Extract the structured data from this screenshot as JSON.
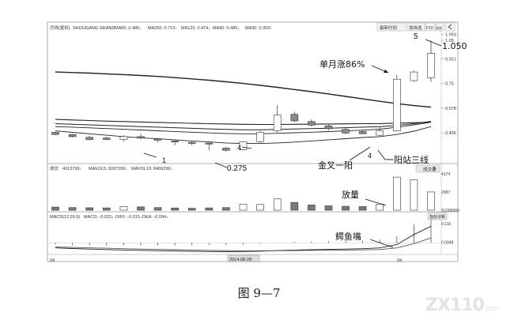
{
  "chart_data": [
    {
      "type": "candlestick",
      "header": {
        "name": "月线(复权)",
        "code": "SHOUGANG GRAND",
        "ma_labels": [
          "MA60: 0.480↓",
          "MA250: 0.713↓",
          "MA120: 0.474↓",
          "MA90: 0.486↓",
          "MA30: 0.353↑"
        ]
      },
      "buttons": [
        "最新时间",
        "加自选",
        "F10",
        "关联"
      ],
      "y_ticks": [
        1.093,
        1.05,
        0.921,
        0.75,
        0.578,
        0.406
      ],
      "ylim": [
        0.22,
        1.1
      ],
      "x_tick": "2014-08-28",
      "candles": [
        {
          "o": 0.41,
          "c": 0.395,
          "h": 0.415,
          "l": 0.39
        },
        {
          "o": 0.395,
          "c": 0.38,
          "h": 0.4,
          "l": 0.375
        },
        {
          "o": 0.375,
          "c": 0.36,
          "h": 0.385,
          "l": 0.355
        },
        {
          "o": 0.37,
          "c": 0.36,
          "h": 0.38,
          "l": 0.355
        },
        {
          "o": 0.36,
          "c": 0.38,
          "h": 0.39,
          "l": 0.345
        },
        {
          "o": 0.38,
          "c": 0.37,
          "h": 0.4,
          "l": 0.36
        },
        {
          "o": 0.365,
          "c": 0.355,
          "h": 0.37,
          "l": 0.34
        },
        {
          "o": 0.35,
          "c": 0.345,
          "h": 0.355,
          "l": 0.32
        },
        {
          "o": 0.34,
          "c": 0.335,
          "h": 0.345,
          "l": 0.32
        },
        {
          "o": 0.335,
          "c": 0.33,
          "h": 0.34,
          "l": 0.285
        },
        {
          "o": 0.3,
          "c": 0.285,
          "h": 0.31,
          "l": 0.275
        },
        {
          "o": 0.29,
          "c": 0.345,
          "h": 0.35,
          "l": 0.285
        },
        {
          "o": 0.345,
          "c": 0.41,
          "h": 0.42,
          "l": 0.34
        },
        {
          "o": 0.42,
          "c": 0.53,
          "h": 0.6,
          "l": 0.41
        },
        {
          "o": 0.535,
          "c": 0.49,
          "h": 0.555,
          "l": 0.48
        },
        {
          "o": 0.485,
          "c": 0.46,
          "h": 0.5,
          "l": 0.45
        },
        {
          "o": 0.455,
          "c": 0.435,
          "h": 0.465,
          "l": 0.425
        },
        {
          "o": 0.43,
          "c": 0.405,
          "h": 0.44,
          "l": 0.395
        },
        {
          "o": 0.415,
          "c": 0.4,
          "h": 0.425,
          "l": 0.395
        },
        {
          "o": 0.39,
          "c": 0.42,
          "h": 0.45,
          "l": 0.385
        },
        {
          "o": 0.42,
          "c": 0.78,
          "h": 0.81,
          "l": 0.48
        },
        {
          "o": 0.77,
          "c": 0.83,
          "h": 0.84,
          "l": 0.76
        },
        {
          "o": 0.79,
          "c": 0.96,
          "h": 1.05,
          "l": 0.76
        }
      ],
      "ma_lines": [
        {
          "name": "MA250",
          "values": [
            0.83,
            0.826,
            0.822,
            0.817,
            0.812,
            0.806,
            0.799,
            0.791,
            0.782,
            0.773,
            0.762,
            0.75,
            0.737,
            0.723,
            0.708,
            0.693,
            0.677,
            0.66,
            0.643,
            0.626,
            0.61,
            0.596,
            0.585
          ]
        },
        {
          "name": "MA120",
          "values": [
            0.5,
            0.496,
            0.492,
            0.488,
            0.485,
            0.482,
            0.479,
            0.476,
            0.473,
            0.47,
            0.468,
            0.466,
            0.465,
            0.465,
            0.466,
            0.467,
            0.468,
            0.469,
            0.47,
            0.471,
            0.474,
            0.477,
            0.48
          ]
        },
        {
          "name": "MA90",
          "values": [
            0.47,
            0.466,
            0.462,
            0.458,
            0.454,
            0.45,
            0.446,
            0.442,
            0.438,
            0.434,
            0.43,
            0.428,
            0.428,
            0.43,
            0.433,
            0.436,
            0.439,
            0.442,
            0.446,
            0.45,
            0.458,
            0.47,
            0.486
          ]
        },
        {
          "name": "MA60",
          "values": [
            0.45,
            0.446,
            0.441,
            0.436,
            0.431,
            0.426,
            0.421,
            0.416,
            0.411,
            0.406,
            0.402,
            0.4,
            0.4,
            0.403,
            0.407,
            0.411,
            0.415,
            0.42,
            0.425,
            0.432,
            0.445,
            0.462,
            0.48
          ]
        },
        {
          "name": "MA30",
          "values": [
            0.42,
            0.41,
            0.4,
            0.39,
            0.38,
            0.372,
            0.365,
            0.358,
            0.35,
            0.343,
            0.336,
            0.332,
            0.332,
            0.336,
            0.342,
            0.35,
            0.358,
            0.366,
            0.374,
            0.38,
            0.395,
            0.418,
            0.45
          ]
        }
      ],
      "annotations": [
        "单月涨86%",
        "1.050",
        "0.275",
        "1",
        "4",
        "4",
        "5",
        "金叉一阳",
        "一阳站三线"
      ]
    },
    {
      "type": "bar",
      "header": {
        "label": "成交",
        "values": [
          "4013799↓",
          "MAVOL5: 8287399↓",
          "MAVOL10: 8406299↓"
        ]
      },
      "button": "成交量",
      "y_ticks": [
        "4174",
        "2087",
        "X1000000"
      ],
      "ylim": [
        0,
        4174
      ],
      "values": [
        350,
        300,
        280,
        260,
        420,
        380,
        300,
        250,
        220,
        260,
        300,
        700,
        650,
        1300,
        900,
        600,
        500,
        450,
        420,
        700,
        3800,
        3500,
        2100
      ],
      "annotations": [
        "放量"
      ]
    },
    {
      "type": "line",
      "header": {
        "values": [
          "MACD(12,26,9)",
          "MACD: -0.023↓",
          "DIFF: -0.015↓",
          "DEA: -0.004↓"
        ]
      },
      "button": "指标诊断",
      "y_ticks": [
        "0.116",
        "0.0048"
      ],
      "ylim": [
        -0.06,
        0.13
      ],
      "diff": [
        -0.03,
        -0.034,
        -0.037,
        -0.04,
        -0.043,
        -0.045,
        -0.047,
        -0.049,
        -0.051,
        -0.052,
        -0.053,
        -0.052,
        -0.05,
        -0.046,
        -0.043,
        -0.041,
        -0.039,
        -0.037,
        -0.035,
        -0.03,
        -0.01,
        0.05,
        0.1
      ],
      "dea": [
        -0.025,
        -0.027,
        -0.03,
        -0.032,
        -0.035,
        -0.037,
        -0.039,
        -0.041,
        -0.043,
        -0.045,
        -0.046,
        -0.047,
        -0.047,
        -0.047,
        -0.046,
        -0.045,
        -0.044,
        -0.043,
        -0.042,
        -0.04,
        -0.03,
        -0.005,
        0.03
      ],
      "macd": [
        -0.01,
        -0.014,
        -0.014,
        -0.016,
        -0.016,
        -0.016,
        -0.016,
        -0.016,
        -0.016,
        -0.014,
        -0.014,
        -0.01,
        -0.006,
        0.002,
        0.006,
        0.008,
        0.01,
        0.012,
        0.014,
        0.02,
        0.04,
        0.11,
        0.14
      ],
      "annotations": [
        "鳄鱼嘴"
      ]
    }
  ],
  "x_start_label": "04",
  "x_end_label": "04",
  "caption": "图 9—7",
  "watermark": {
    "main": "ZX110",
    "small": ".com"
  }
}
